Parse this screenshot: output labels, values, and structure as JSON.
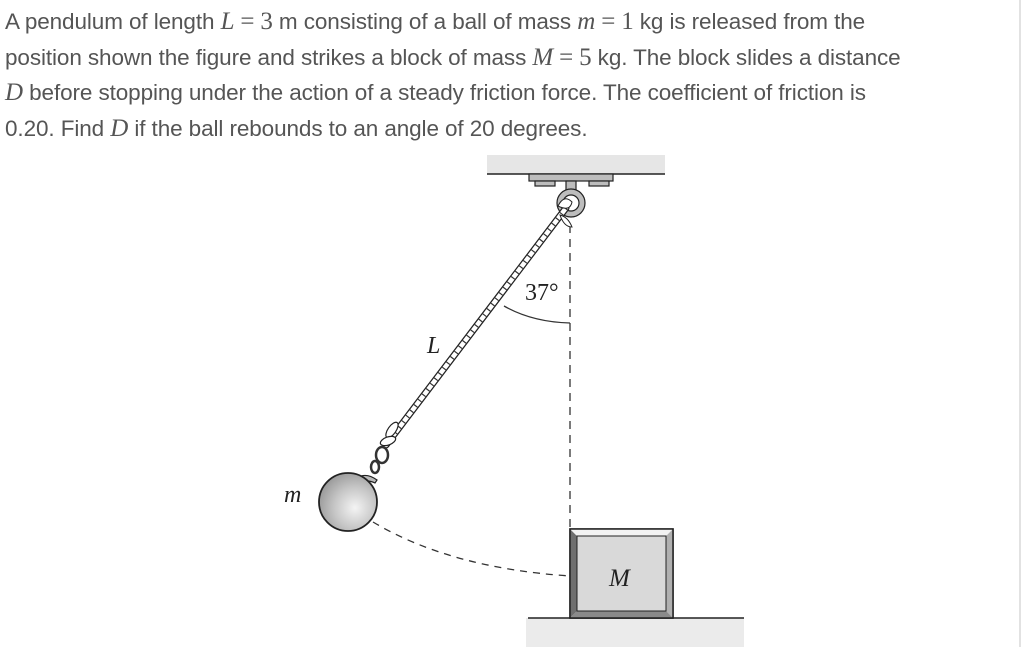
{
  "problem": {
    "lines": [
      {
        "pre": "A pendulum of length ",
        "var1": "L",
        "eq1": "=",
        "num1": "3",
        "mid": " m consisting of a ball of mass ",
        "var2": "m",
        "eq2": "=",
        "num2": "1",
        "post": " kg is released from the"
      },
      {
        "pre": "position shown the figure and strikes a block of mass ",
        "var1": "M",
        "eq1": "=",
        "num1": "5",
        "post": " kg. The block slides a distance"
      },
      {
        "var1": "D",
        "post": " before stopping under the action of a steady friction force.  The coefficient of friction is"
      },
      {
        "pre": "0.20. Find ",
        "var1": "D",
        "post": " if the ball rebounds to an angle of 20 degrees."
      }
    ]
  },
  "figure": {
    "angle_label": "37°",
    "length_label": "L",
    "ball_label": "m",
    "block_label": "M",
    "colors": {
      "ceiling": "#e6e6e6",
      "floor": "#ebebeb",
      "block_face": "#d9d9d9",
      "ball": "#bdbdbd",
      "line": "#222222",
      "text": "#555555"
    }
  }
}
